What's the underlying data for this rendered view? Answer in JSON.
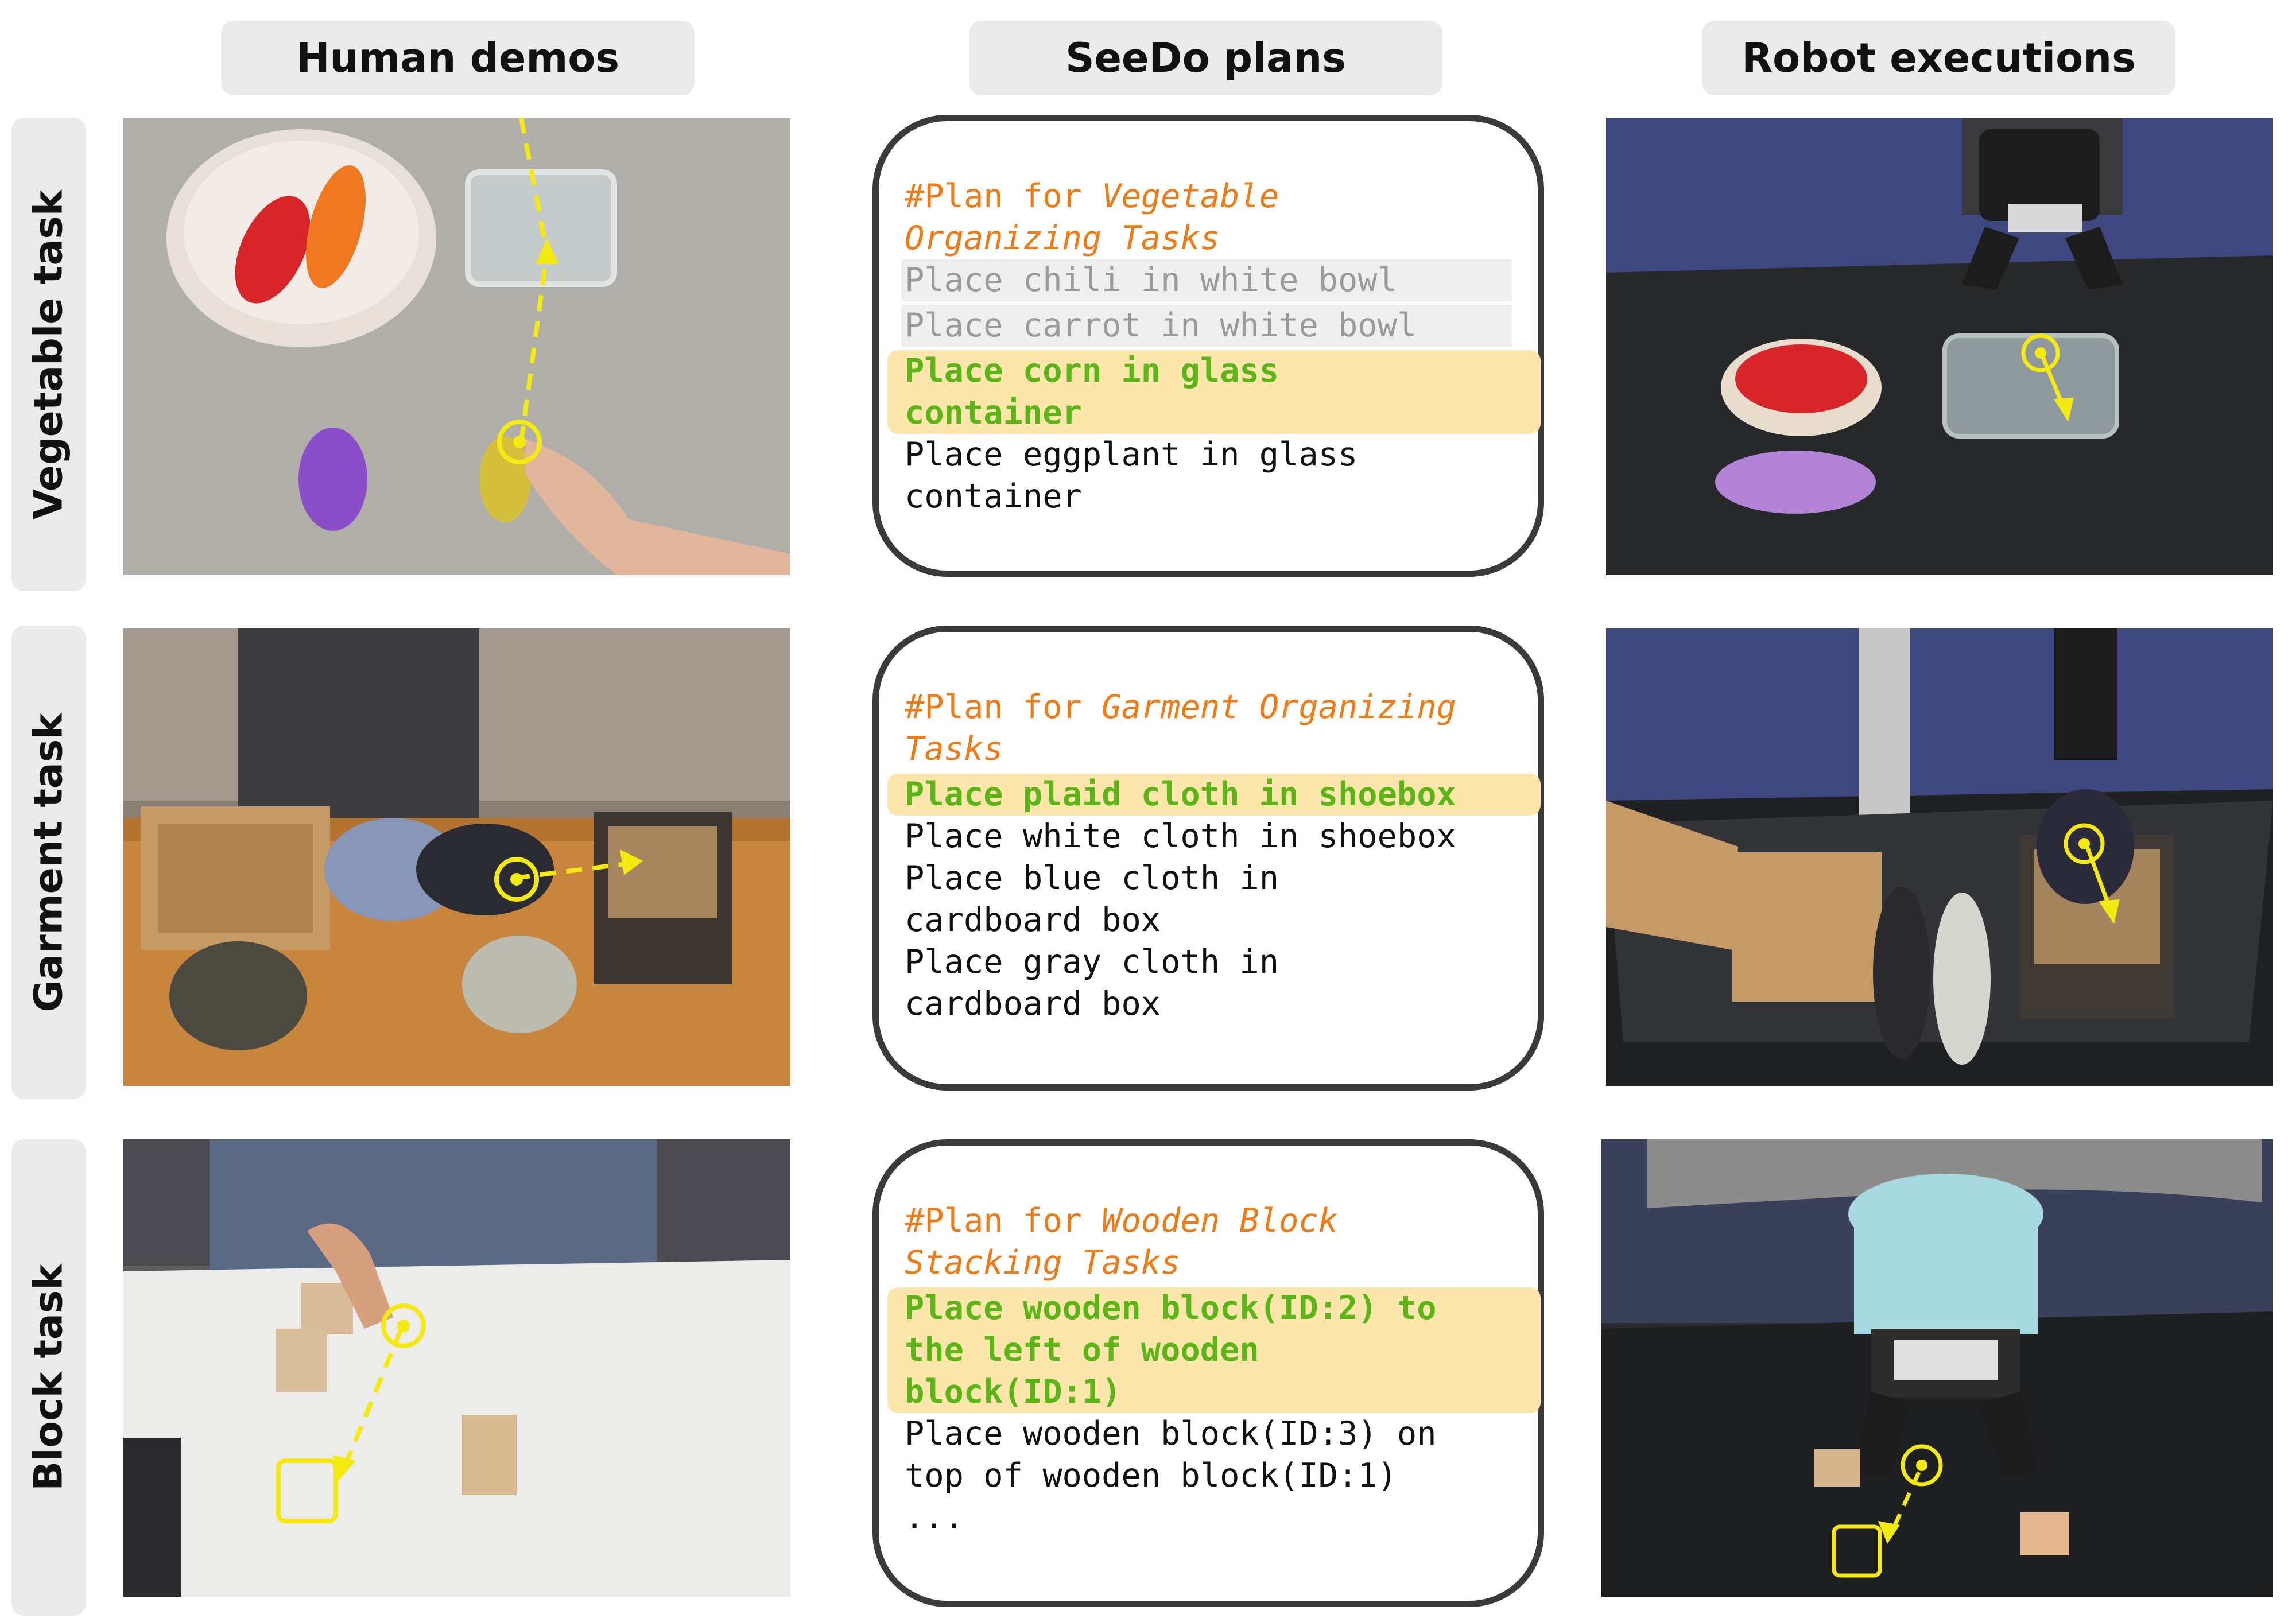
{
  "columns": {
    "human": "Human demos",
    "plans": "SeeDo plans",
    "robot": "Robot executions"
  },
  "rows": [
    {
      "label": "Vegetable task",
      "plan": {
        "title_prefix": "#Plan for ",
        "title_line1": "Vegetable",
        "title_line2": "Organizing Tasks",
        "done_steps": [
          "Place chili in white bowl",
          "Place carrot in white bowl"
        ],
        "current_step": [
          "Place corn in glass",
          "container"
        ],
        "remaining_steps": [
          "Place eggplant in glass",
          "container"
        ]
      }
    },
    {
      "label": "Garment task",
      "plan": {
        "title_prefix": "#Plan for ",
        "title_line1": "Garment Organizing",
        "title_line2": "Tasks",
        "current_step": [
          "Place plaid cloth in shoebox"
        ],
        "remaining_steps": [
          "Place white cloth in shoebox",
          "Place blue cloth in",
          "cardboard box",
          "Place gray cloth in",
          "cardboard box"
        ]
      }
    },
    {
      "label": "Block task",
      "plan": {
        "title_prefix": "#Plan for ",
        "title_line1": "Wooden Block",
        "title_line2": "Stacking Tasks",
        "current_step": [
          "Place wooden block(ID:2) to",
          "the left of wooden",
          "block(ID:1)"
        ],
        "remaining_steps": [
          "Place wooden block(ID:3) on",
          "top of wooden block(ID:1)",
          "..."
        ]
      }
    }
  ],
  "colors": {
    "header_bg": "#ebebeb",
    "title_orange": "#f07a14",
    "highlight_green": "#5cb516",
    "highlight_bg": "#fbe6ac",
    "done_gray": "#9a9a9a",
    "trajectory_yellow": "#f5ea10"
  }
}
